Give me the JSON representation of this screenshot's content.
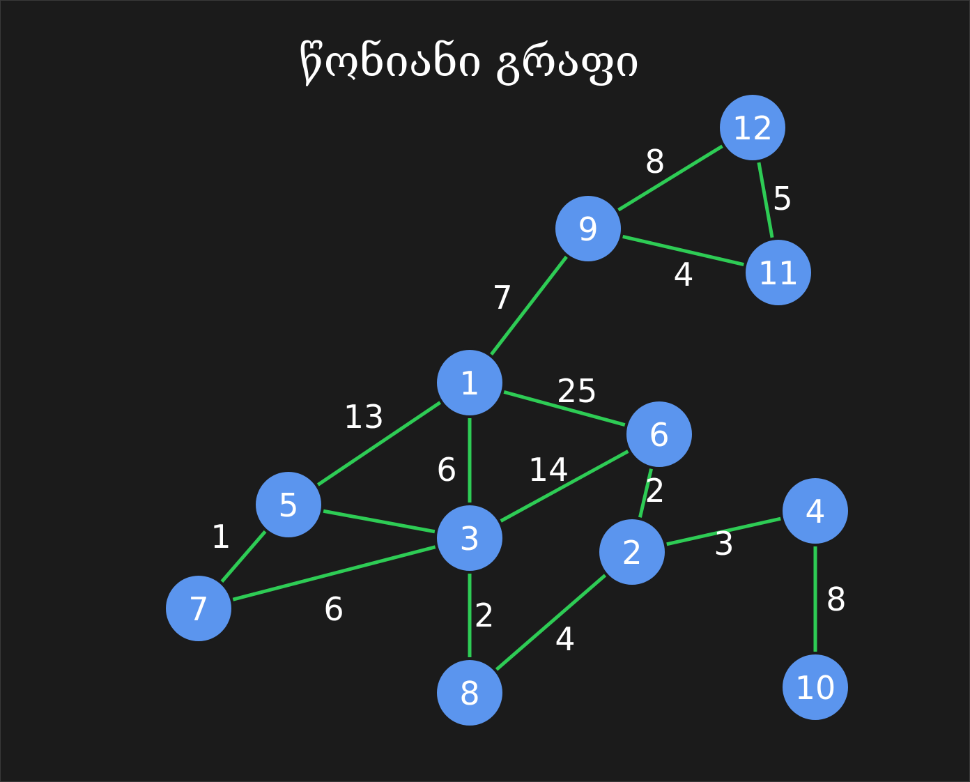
{
  "title": "წონიანი გრაფი",
  "colors": {
    "background": "#1b1b1b",
    "edge": "#2ecc55",
    "node_fill": "#5b95ee",
    "text": "#ffffff"
  },
  "nodes": [
    "1",
    "2",
    "3",
    "4",
    "5",
    "6",
    "7",
    "8",
    "9",
    "10",
    "11",
    "12"
  ],
  "edges": [
    {
      "from": "12",
      "to": "9",
      "weight": "8"
    },
    {
      "from": "12",
      "to": "11",
      "weight": "5"
    },
    {
      "from": "9",
      "to": "11",
      "weight": "4"
    },
    {
      "from": "9",
      "to": "1",
      "weight": "7"
    },
    {
      "from": "1",
      "to": "5",
      "weight": "13"
    },
    {
      "from": "1",
      "to": "6",
      "weight": "25"
    },
    {
      "from": "1",
      "to": "3",
      "weight": "6"
    },
    {
      "from": "6",
      "to": "3",
      "weight": "14"
    },
    {
      "from": "6",
      "to": "2",
      "weight": "2"
    },
    {
      "from": "5",
      "to": "3",
      "weight": ""
    },
    {
      "from": "5",
      "to": "7",
      "weight": "1"
    },
    {
      "from": "7",
      "to": "3",
      "weight": "6"
    },
    {
      "from": "3",
      "to": "8",
      "weight": "2"
    },
    {
      "from": "8",
      "to": "2",
      "weight": "4"
    },
    {
      "from": "2",
      "to": "4",
      "weight": "3"
    },
    {
      "from": "4",
      "to": "10",
      "weight": "8"
    }
  ]
}
